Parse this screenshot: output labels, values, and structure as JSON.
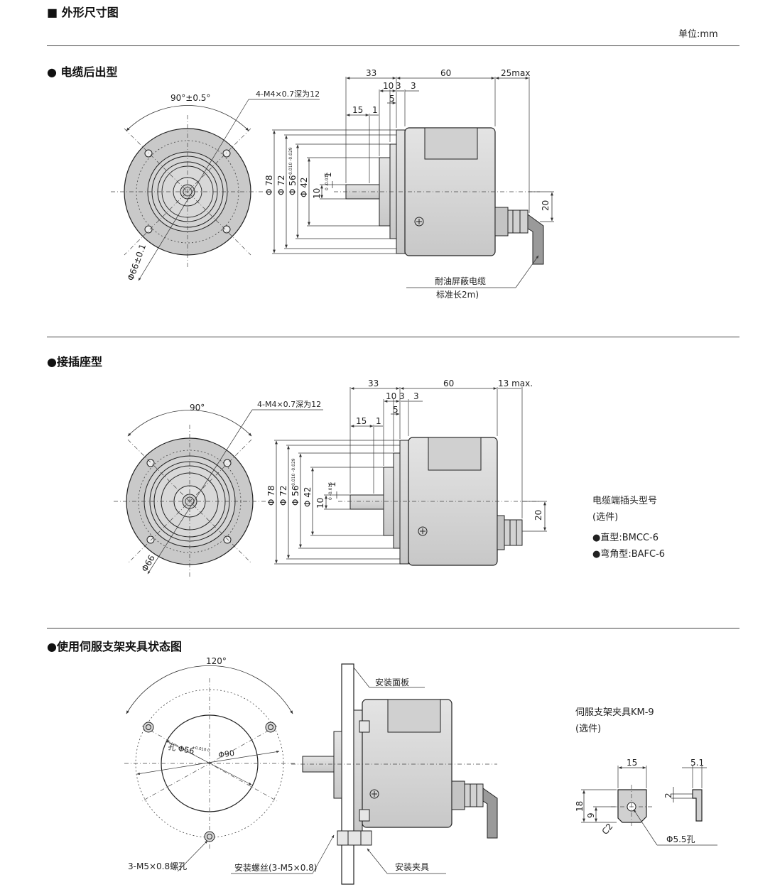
{
  "header": {
    "title": "外形尺寸图",
    "unit": "单位:mm"
  },
  "sections": {
    "cable": {
      "title": "电缆后出型",
      "angle": "90°±0.5°",
      "holes": "4-M4×0.7深为12",
      "pcd": "Φ66±0.1",
      "d33": "33",
      "d60": "60",
      "d25": "25max",
      "d10": "10",
      "d3": "3",
      "d3b": "3",
      "d5": "5",
      "d15": "15",
      "d1": "1",
      "d1b": "1",
      "phi78": "Φ 78",
      "phi72": "Φ 72",
      "phi56": "Φ 56",
      "phi56_tol": "-0.010 -0.029",
      "phi42": "Φ 42",
      "phi10": "10",
      "phi10_tol": "0 -0.015",
      "d20": "20",
      "cable_label_1": "耐油屏蔽电缆",
      "cable_label_2": "标准长2m)"
    },
    "connector": {
      "title": "接插座型",
      "angle": "90°",
      "holes": "4-M4×0.7深为12",
      "pcd": "Φ66",
      "d33": "33",
      "d60": "60",
      "d13": "13 max.",
      "d10": "10",
      "d3": "3",
      "d3b": "3",
      "d5": "5",
      "d15": "15",
      "d1": "1",
      "d1b": "1",
      "phi78": "Φ 78",
      "phi72": "Φ 72",
      "phi56": "Φ 56",
      "phi56_tol": "-0.010 -0.029",
      "phi42": "Φ 42",
      "phi10": "10",
      "phi10_tol": "0 -0.015",
      "d20": "20",
      "plug_title": "电缆端插头型号",
      "plug_optional": "(选件)",
      "plug_straight": "●直型:BMCC-6",
      "plug_angle": "●弯角型:BAFC-6"
    },
    "servo": {
      "title": "使用伺服支架夹具状态图",
      "angle": "120°",
      "hole": "孔 Φ56",
      "hole_tol": "+0.010 0",
      "phi90": "Φ90",
      "screw_holes": "3-M5×0.8螺孔",
      "panel": "安装面板",
      "screw": "安装螺丝(3-M5×0.8)",
      "clamp": "安装夹具",
      "km_title": "伺服支架夹具KM-9",
      "km_optional": "(选件)",
      "k15": "15",
      "k51": "5.1",
      "k18": "18",
      "k9": "9",
      "k2": "2",
      "kc2": "C2",
      "k55": "Φ5.5孔"
    }
  }
}
